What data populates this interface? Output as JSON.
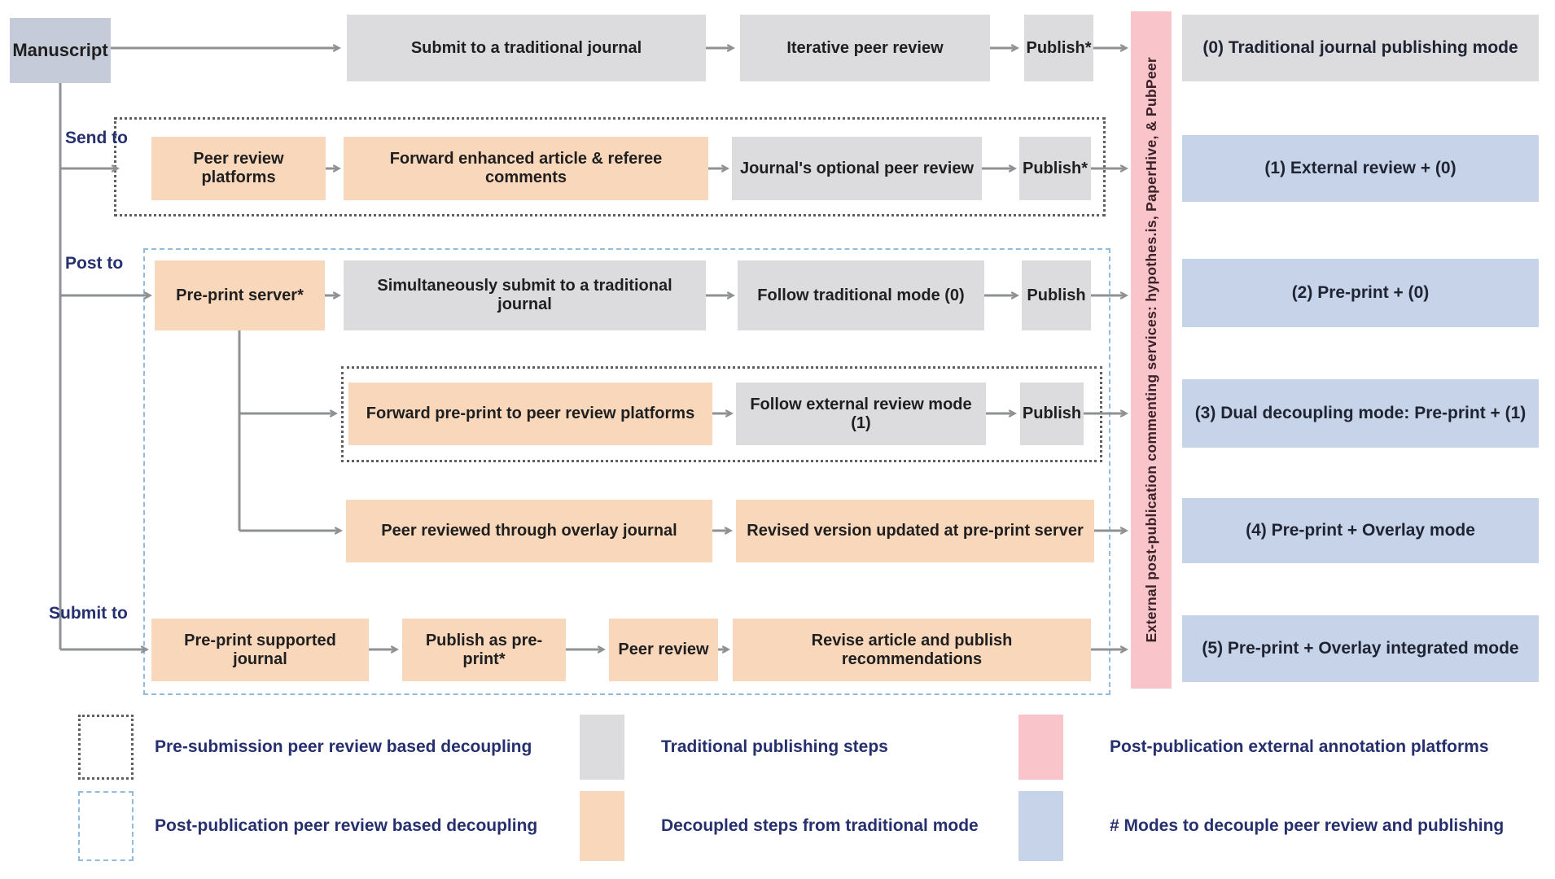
{
  "figure": {
    "source_box": "Manuscript",
    "branch_labels": {
      "send_to": "Send to",
      "post_to": "Post to",
      "submit_to": "Submit to"
    },
    "rows": {
      "traditional": {
        "submit": "Submit to a traditional journal",
        "review": "Iterative peer review",
        "publish": "Publish*"
      },
      "external_review": {
        "platforms": "Peer review platforms",
        "forward": "Forward enhanced article & referee comments",
        "optional": "Journal's optional peer review",
        "publish": "Publish*"
      },
      "preprint": {
        "server": "Pre-print server*",
        "simultaneous": "Simultaneously submit to a traditional journal",
        "follow": "Follow traditional mode (0)",
        "publish": "Publish"
      },
      "dual": {
        "forward": "Forward pre-print to peer review platforms",
        "follow": "Follow external review mode (1)",
        "publish": "Publish"
      },
      "overlay": {
        "reviewed": "Peer reviewed through overlay journal",
        "revised": "Revised version updated at pre-print server"
      },
      "integrated": {
        "journal": "Pre-print supported journal",
        "publish_preprint": "Publish as pre-print*",
        "review": "Peer review",
        "revise": "Revise article and publish recommendations"
      }
    },
    "pink_bar": "External post-publication commenting services: hypothes.is, PaperHive, & PubPeer",
    "modes": {
      "m0": "(0) Traditional journal publishing mode",
      "m1": "(1) External review + (0)",
      "m2": "(2) Pre-print + (0)",
      "m3": "(3) Dual decoupling mode: Pre-print + (1)",
      "m4": "(4) Pre-print + Overlay mode",
      "m5": "(5) Pre-print + Overlay integrated mode"
    },
    "legend": {
      "pre_submission": "Pre-submission peer review based decoupling",
      "post_publication": "Post-publication peer review based decoupling",
      "traditional_steps": "Traditional publishing steps",
      "decoupled_steps": "Decoupled steps from traditional mode",
      "annotation_platforms": "Post-publication external annotation platforms",
      "modes_count": "# Modes to decouple peer review and publishing"
    },
    "colors": {
      "traditional_step": "#dcdcde",
      "decoupled_step": "#f9d7bb",
      "annotation_bar": "#f9c5cb",
      "mode_box": "#c6d3e9",
      "manuscript_box": "#c5cbd9",
      "label_navy": "#27306e",
      "arrow_gray": "#8f9193"
    }
  }
}
